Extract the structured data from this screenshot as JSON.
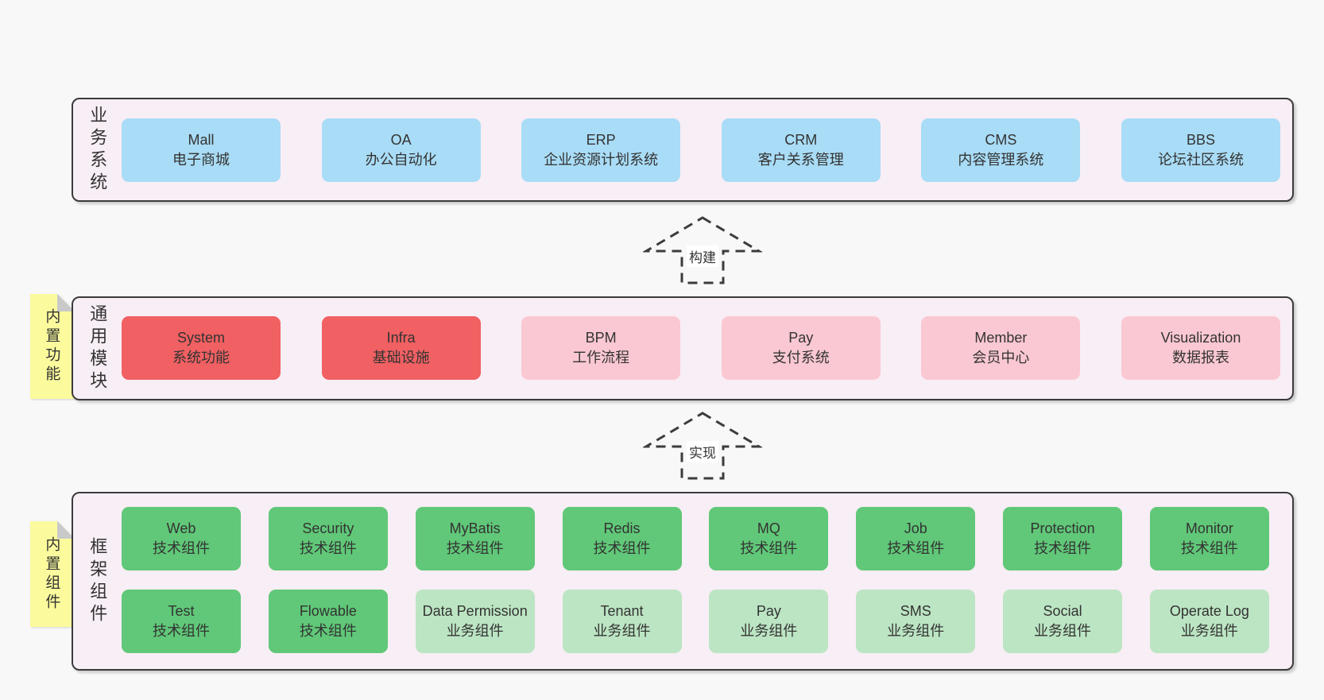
{
  "colors": {
    "page_bg": "#F8F8F8",
    "container_bg": "#F8EEF5",
    "container_border": "#3B3B3B",
    "business_box_blue": "#A9DCF6",
    "module_box_red": "#F16062",
    "module_box_pink": "#FAC8D2",
    "component_box_green": "#60C878",
    "component_box_green_light": "#BCE5C3",
    "note_yellow": "#FBFB9D",
    "note_fold_gray": "#C9C9C9",
    "text": "#333333"
  },
  "arrows": [
    {
      "label": "构建"
    },
    {
      "label": "实现"
    }
  ],
  "layers": [
    {
      "title_vertical": "业务系统",
      "boxes": [
        {
          "name": "Mall",
          "subtitle": "电子商城"
        },
        {
          "name": "OA",
          "subtitle": "办公自动化"
        },
        {
          "name": "ERP",
          "subtitle": "企业资源计划系统"
        },
        {
          "name": "CRM",
          "subtitle": "客户关系管理"
        },
        {
          "name": "CMS",
          "subtitle": "内容管理系统"
        },
        {
          "name": "BBS",
          "subtitle": "论坛社区系统"
        }
      ]
    },
    {
      "title_vertical": "通用模块",
      "note": "内置功能",
      "boxes": [
        {
          "name": "System",
          "subtitle": "系统功能"
        },
        {
          "name": "Infra",
          "subtitle": "基础设施"
        },
        {
          "name": "BPM",
          "subtitle": "工作流程"
        },
        {
          "name": "Pay",
          "subtitle": "支付系统"
        },
        {
          "name": "Member",
          "subtitle": "会员中心"
        },
        {
          "name": "Visualization",
          "subtitle": "数据报表"
        }
      ]
    },
    {
      "title_vertical": "框架组件",
      "note": "内置组件",
      "rows": [
        [
          {
            "name": "Web",
            "subtitle": "技术组件"
          },
          {
            "name": "Security",
            "subtitle": "技术组件"
          },
          {
            "name": "MyBatis",
            "subtitle": "技术组件"
          },
          {
            "name": "Redis",
            "subtitle": "技术组件"
          },
          {
            "name": "MQ",
            "subtitle": "技术组件"
          },
          {
            "name": "Job",
            "subtitle": "技术组件"
          },
          {
            "name": "Protection",
            "subtitle": "技术组件"
          },
          {
            "name": "Monitor",
            "subtitle": "技术组件"
          }
        ],
        [
          {
            "name": "Test",
            "subtitle": "技术组件"
          },
          {
            "name": "Flowable",
            "subtitle": "技术组件"
          },
          {
            "name": "Data Permission",
            "subtitle": "业务组件"
          },
          {
            "name": "Tenant",
            "subtitle": "业务组件"
          },
          {
            "name": "Pay",
            "subtitle": "业务组件"
          },
          {
            "name": "SMS",
            "subtitle": "业务组件"
          },
          {
            "name": "Social",
            "subtitle": "业务组件"
          },
          {
            "name": "Operate Log",
            "subtitle": "业务组件"
          }
        ]
      ]
    }
  ]
}
